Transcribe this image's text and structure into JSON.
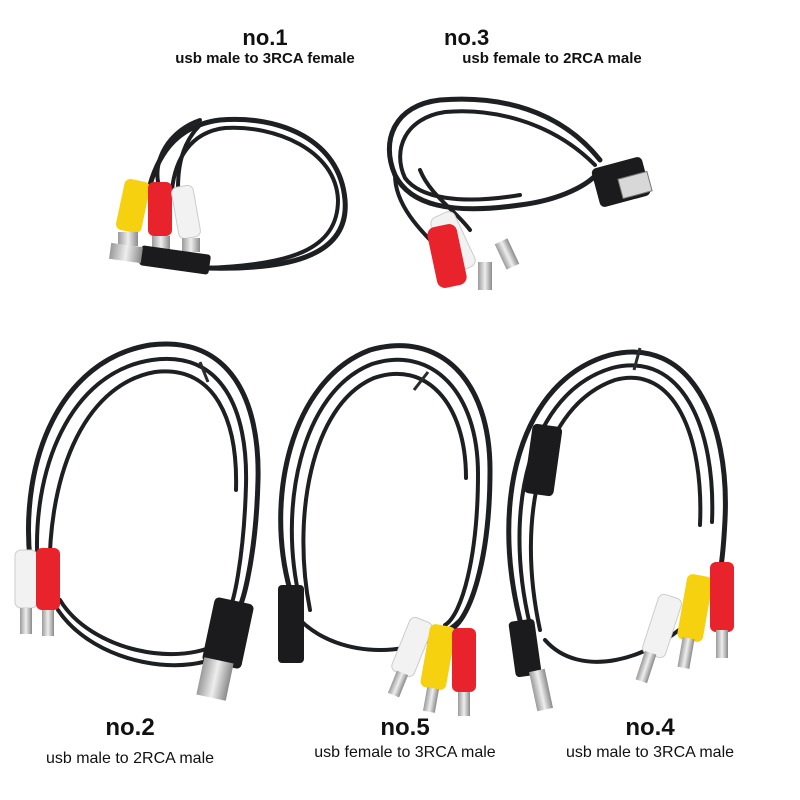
{
  "products": [
    {
      "number": "no.1",
      "description": "usb male to 3RCA female",
      "connectors": [
        "usb-a-male",
        "rca-female-yellow",
        "rca-female-red",
        "rca-female-white"
      ]
    },
    {
      "number": "no.3",
      "description": "usb female to 2RCA male",
      "connectors": [
        "usb-a-female",
        "rca-male-red",
        "rca-male-white"
      ]
    },
    {
      "number": "no.2",
      "description": "usb male to 2RCA male",
      "connectors": [
        "usb-a-male",
        "rca-male-white",
        "rca-male-red"
      ]
    },
    {
      "number": "no.5",
      "description": "usb female to 3RCA male",
      "connectors": [
        "usb-a-female",
        "rca-male-white",
        "rca-male-yellow",
        "rca-male-red"
      ]
    },
    {
      "number": "no.4",
      "description": "usb male to 3RCA male",
      "connectors": [
        "usb-a-male",
        "rca-male-white",
        "rca-male-yellow",
        "rca-male-red"
      ]
    }
  ],
  "colors": {
    "cable": "#1e1f22",
    "rca_yellow": "#f5d10f",
    "rca_red": "#e8232b",
    "rca_white": "#f2f2f2",
    "metal": "#c9c9c9",
    "background": "#ffffff"
  }
}
